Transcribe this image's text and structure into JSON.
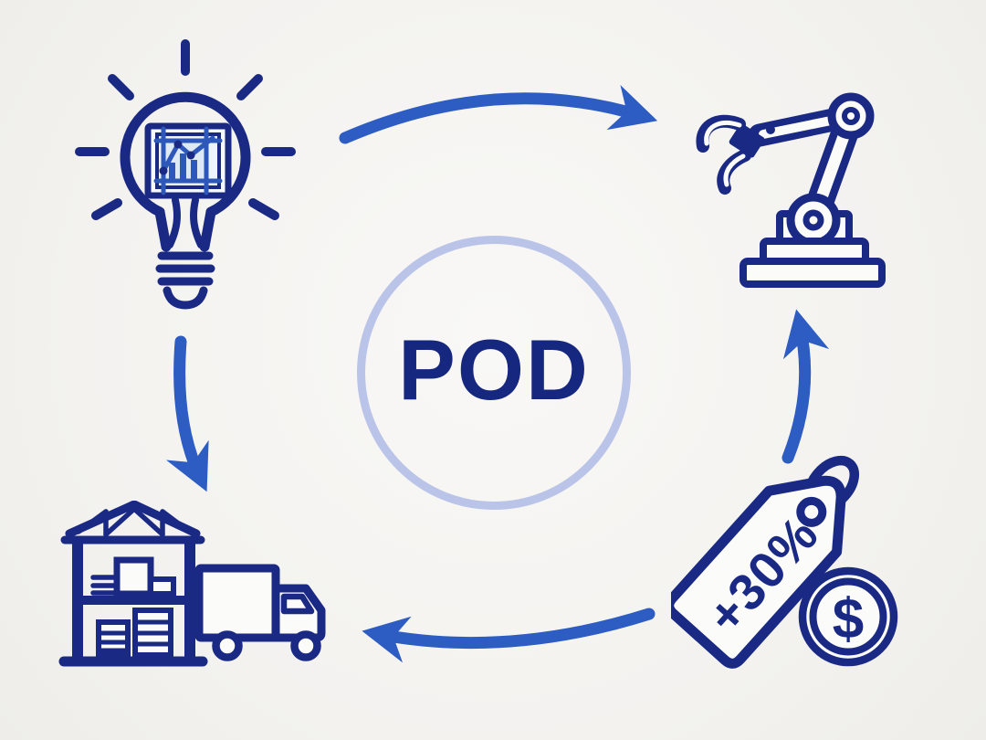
{
  "center": {
    "label": "POD"
  },
  "nodes": {
    "idea": {
      "icon": "lightbulb-with-growth-chart-icon",
      "position": "top-left"
    },
    "production": {
      "icon": "industrial-robot-arm-icon",
      "position": "top-right"
    },
    "pricing": {
      "icon": "price-tag-with-dollar-coin-icon",
      "position": "bottom-right",
      "tag_label": "+30%",
      "coin_symbol": "$"
    },
    "fulfillment": {
      "icon": "warehouse-with-delivery-truck-icon",
      "position": "bottom-left"
    }
  },
  "arrows": [
    {
      "from": "idea",
      "to": "production",
      "edge": "top",
      "direction": "right"
    },
    {
      "from": "idea",
      "to": "fulfillment",
      "edge": "left",
      "direction": "down"
    },
    {
      "from": "pricing",
      "to": "production",
      "edge": "right",
      "direction": "up"
    },
    {
      "from": "pricing",
      "to": "fulfillment",
      "edge": "bottom",
      "direction": "left"
    }
  ],
  "colors": {
    "icon_navy": "#1a2a84",
    "arrow_blue": "#2d5cc3",
    "chart_blue": "#2d57b8",
    "center_ring": "#b9c4e8",
    "background": "#f3f2ef"
  }
}
